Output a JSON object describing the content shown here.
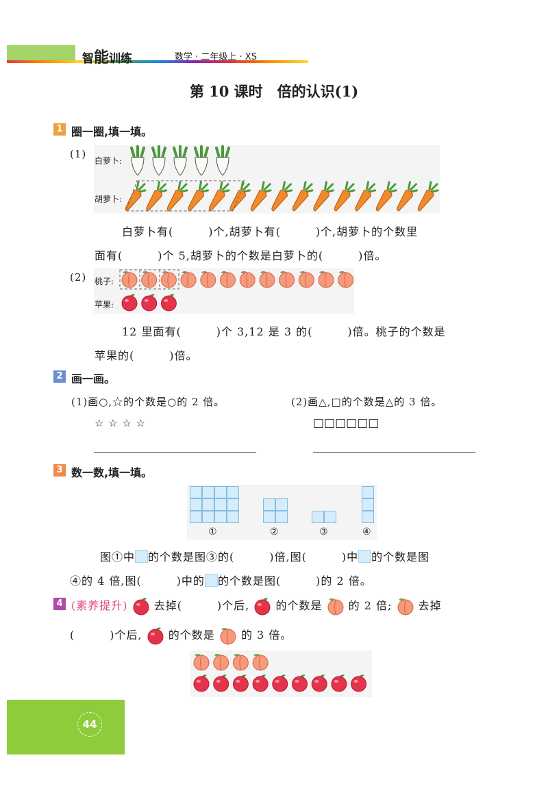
{
  "header": {
    "brand_prefix": "智",
    "brand_big": "能",
    "brand_suffix": "训练",
    "subject": "数学 · 二年级上 · XS"
  },
  "title": "第 10 课时　倍的认识(1)",
  "q1": {
    "num": "1",
    "title": "圈一圈,填一填。",
    "p1_label": "(1)",
    "radish_label": "白萝卜:",
    "carrot_label": "胡萝卜:",
    "radish_count": 5,
    "carrot_count": 15,
    "p1_line1": "白萝卜有(　　　)个,胡萝卜有(　　　)个,胡萝卜的个数里",
    "p1_line2": "面有(　　　)个 5,胡萝卜的个数是白萝卜的(　　　)倍。",
    "p2_label": "(2)",
    "peach_label": "桃子:",
    "apple_label": "苹果:",
    "peach_count": 12,
    "apple_count": 3,
    "p2_line1": "12 里面有(　　　)个 3,12 是 3 的(　　　)倍。桃子的个数是",
    "p2_line2": "苹果的(　　　)倍。"
  },
  "q2": {
    "num": "2",
    "title": "画一画。",
    "left_prompt": "(1)画○,☆的个数是○的 2 倍。",
    "right_prompt": "(2)画△,□的个数是△的 3 倍。",
    "stars": "☆ ☆ ☆ ☆",
    "squares": "□□□□□□"
  },
  "q3": {
    "num": "3",
    "title": "数一数,填一填。",
    "fig_labels": [
      "①",
      "②",
      "③",
      "④"
    ],
    "line1_a": "图①中",
    "line1_b": "的个数是图③的(　　　)倍,图(　　　)中",
    "line1_c": "的个数是图",
    "line2_a": "④的 4 倍,图(　　　)中的",
    "line2_b": "的个数是图(　　　)的 2 倍。"
  },
  "q4": {
    "num": "4",
    "tag": "(素养提升)",
    "line1_a": "去掉(　　　)个后,",
    "line1_b": "的个数是",
    "line1_c": "的 2 倍;",
    "line1_d": "去掉",
    "line2_a": "(　　　)个后,",
    "line2_b": "的个数是",
    "line2_c": "的 3 倍。",
    "peach_count": 4,
    "apple_count": 9
  },
  "page_number": "44",
  "colors": {
    "brand_green": "#a4d468",
    "q1": "#f0a040",
    "q2": "#6a8fd0",
    "q3": "#f08a4a",
    "q4": "#b04aa8",
    "tag": "#e04a7a",
    "footer_green": "#8fcc3c"
  }
}
